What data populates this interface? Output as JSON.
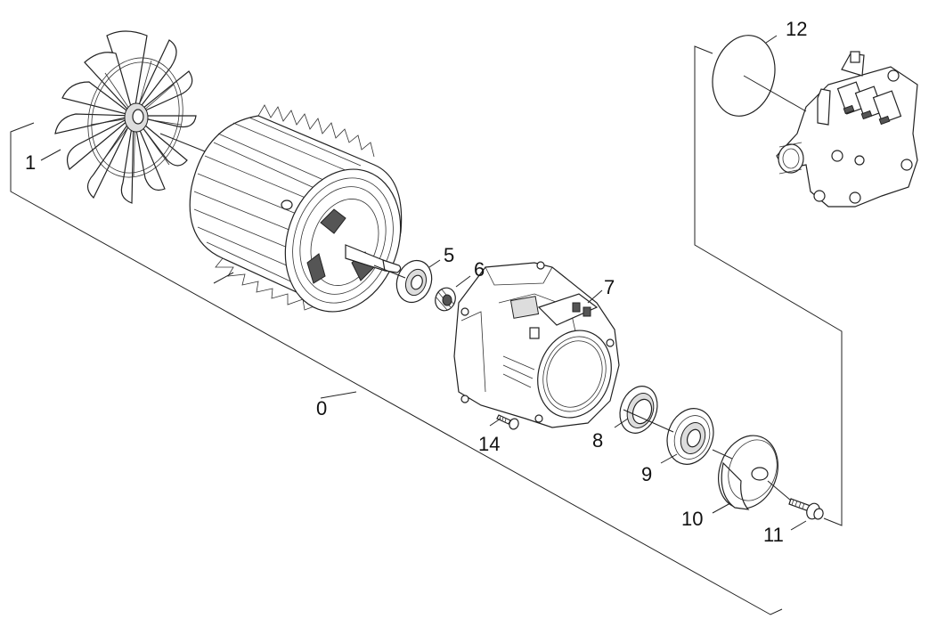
{
  "diagram": {
    "callouts": [
      {
        "id": "c0",
        "text": "0"
      },
      {
        "id": "c1",
        "text": "1"
      },
      {
        "id": "c5",
        "text": "5"
      },
      {
        "id": "c6",
        "text": "6"
      },
      {
        "id": "c7",
        "text": "7"
      },
      {
        "id": "c8",
        "text": "8"
      },
      {
        "id": "c9",
        "text": "9"
      },
      {
        "id": "c10",
        "text": "10"
      },
      {
        "id": "c11",
        "text": "11"
      },
      {
        "id": "c12",
        "text": "12"
      },
      {
        "id": "c14",
        "text": "14"
      }
    ]
  }
}
